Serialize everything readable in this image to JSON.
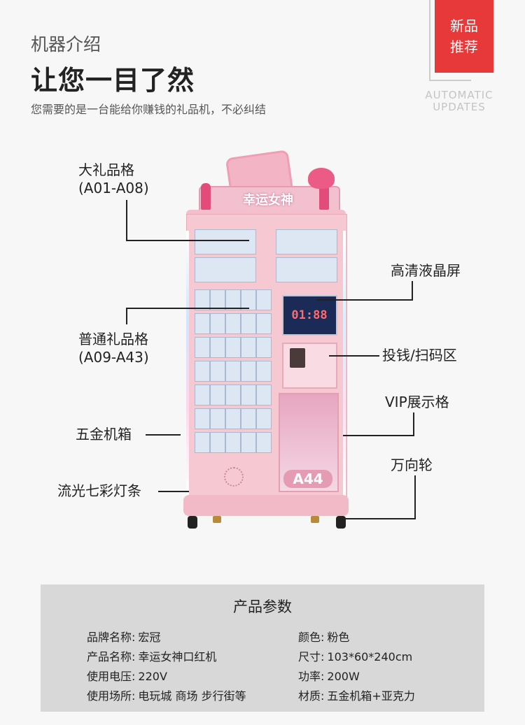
{
  "header": {
    "subtitle": "机器介绍",
    "title": "让您一目了然",
    "tagline": "您需要的是一台能给你赚钱的礼品机，不必纠结"
  },
  "badge": {
    "line1": "新品",
    "line2": "推荐"
  },
  "auto_text": {
    "line1": "AUTOMATIC",
    "line2": "UPDATES"
  },
  "machine": {
    "sign": "幸运女神",
    "screen_text": "01:88",
    "vip_label": "A44"
  },
  "labels": {
    "large_cells": {
      "line1": "大礼品格",
      "line2": "(A01-A08)"
    },
    "lcd": "高清液晶屏",
    "normal_cells": {
      "line1": "普通礼品格",
      "line2": "(A09-A43)"
    },
    "payment": "投钱/扫码区",
    "vip": "VIP展示格",
    "hardware": "五金机箱",
    "wheels": "万向轮",
    "light": "流光七彩灯条"
  },
  "specs": {
    "title": "产品参数",
    "rows": [
      {
        "k1": "品牌名称:",
        "v1": "宏冠",
        "k2": "颜色:",
        "v2": "粉色"
      },
      {
        "k1": "产品名称:",
        "v1": "幸运女神口红机",
        "k2": "尺寸:",
        "v2": "103*60*240cm"
      },
      {
        "k1": "使用电压:",
        "v1": "220V",
        "k2": "功率:",
        "v2": "200W"
      },
      {
        "k1": "使用场所:",
        "v1": "电玩城 商场 步行街等",
        "k2": "材质:",
        "v2": "五金机箱+亚克力"
      }
    ]
  },
  "colors": {
    "badge": "#e8393a",
    "machine_pink": "#f6c8d2",
    "spec_bg": "#d8d8d8"
  }
}
